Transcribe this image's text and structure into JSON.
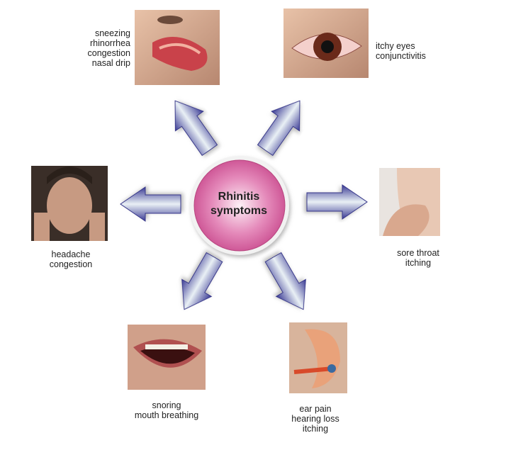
{
  "center": {
    "line1": "Rhinitis",
    "line2": "symptoms"
  },
  "symptoms": [
    {
      "lines": [
        "sneezing",
        "rhinorrhea",
        "congestion",
        "nasal drip"
      ],
      "image": "nose-cross-section"
    },
    {
      "lines": [
        "itchy eyes",
        "conjunctivitis"
      ],
      "image": "red-eye"
    },
    {
      "lines": [
        "headache",
        "congestion"
      ],
      "image": "man-with-headache"
    },
    {
      "lines": [
        "sore throat",
        "itching"
      ],
      "image": "hand-on-throat"
    },
    {
      "lines": [
        "snoring",
        "mouth breathing"
      ],
      "image": "open-mouth"
    },
    {
      "lines": [
        "ear pain",
        "hearing loss",
        "itching"
      ],
      "image": "inflamed-ear"
    }
  ],
  "colors": {
    "arrow": "#3c3c96",
    "arrow_light": "#e8eef4",
    "circle": "#d8579a",
    "circle_light": "#fbe3ef"
  }
}
